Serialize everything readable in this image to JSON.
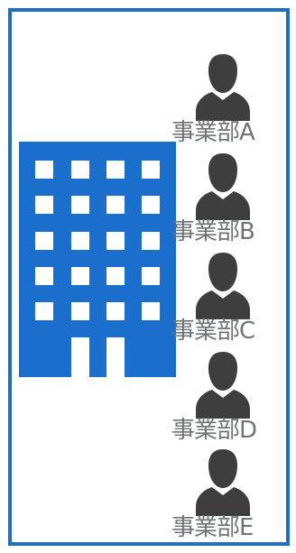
{
  "colors": {
    "frame": "#1e6ec8",
    "building": "#1a6fcc",
    "window": "#ffffff",
    "person": "#3e3e3e",
    "label": "#6f7478"
  },
  "icons": {
    "building": "office-building-icon",
    "person": "person-icon"
  },
  "departments": [
    {
      "label": "事業部A"
    },
    {
      "label": "事業部B"
    },
    {
      "label": "事業部C"
    },
    {
      "label": "事業部D"
    },
    {
      "label": "事業部E"
    }
  ]
}
